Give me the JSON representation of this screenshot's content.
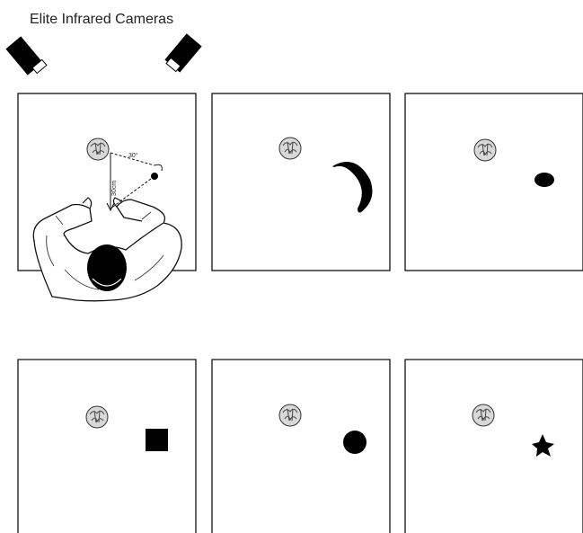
{
  "header": {
    "title": "Elite Infrared Cameras"
  },
  "annotations": {
    "angle_label": "30°",
    "distance_label": "30cm"
  },
  "panels": [
    {
      "id": "panel-1",
      "target": "dot",
      "shows_subject": true
    },
    {
      "id": "panel-2",
      "target": "banana"
    },
    {
      "id": "panel-3",
      "target": "ellipse"
    },
    {
      "id": "panel-4",
      "target": "square"
    },
    {
      "id": "panel-5",
      "target": "circle"
    },
    {
      "id": "panel-6",
      "target": "star"
    }
  ],
  "icons": {
    "camera": "infrared-camera-icon",
    "start": "start-position-ball-icon"
  },
  "colors": {
    "line": "#111111",
    "object": "#000000",
    "ball": "#cfcfcf"
  }
}
